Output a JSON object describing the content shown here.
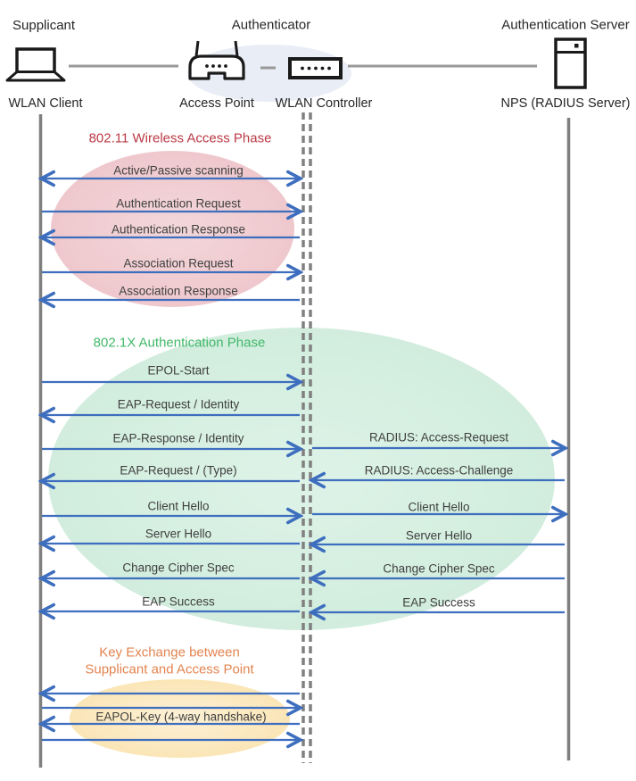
{
  "actors": {
    "supplicant": {
      "role": "Supplicant",
      "device": "WLAN Client"
    },
    "authenticator": {
      "role": "Authenticator",
      "ap": "Access Point",
      "controller": "WLAN Controller"
    },
    "server": {
      "role": "Authentication Server",
      "device": "NPS (RADIUS Server)"
    }
  },
  "phases": {
    "wireless": {
      "title": "802.11 Wireless Access Phase",
      "title_color": "#BB3945",
      "ellipse_color": "#EFC9CE",
      "messages": [
        {
          "label": "Active/Passive scanning",
          "direction": "both"
        },
        {
          "label": "Authentication Request",
          "direction": "right"
        },
        {
          "label": "Authentication Response",
          "direction": "left"
        },
        {
          "label": "Association Request",
          "direction": "right"
        },
        {
          "label": "Association Response",
          "direction": "left"
        }
      ]
    },
    "dot1x": {
      "title": "802.1X Authentication Phase",
      "title_color": "#42B869",
      "ellipse_color": "#D3EEDF",
      "client_messages": [
        {
          "label": "EPOL-Start",
          "direction": "right"
        },
        {
          "label": "EAP-Request / Identity",
          "direction": "left"
        },
        {
          "label": "EAP-Response / Identity",
          "direction": "right"
        },
        {
          "label": "EAP-Request / (Type)",
          "direction": "left"
        },
        {
          "label": "Client Hello",
          "direction": "right"
        },
        {
          "label": "Server Hello",
          "direction": "left"
        },
        {
          "label": "Change Cipher Spec",
          "direction": "left"
        },
        {
          "label": "EAP Success",
          "direction": "left"
        }
      ],
      "server_messages": [
        {
          "label": "RADIUS: Access-Request",
          "direction": "right"
        },
        {
          "label": "RADIUS: Access-Challenge",
          "direction": "left"
        },
        {
          "label": "Client Hello",
          "direction": "right"
        },
        {
          "label": "Server Hello",
          "direction": "left"
        },
        {
          "label": "Change Cipher Spec",
          "direction": "left"
        },
        {
          "label": "EAP Success",
          "direction": "left"
        }
      ]
    },
    "key_exchange": {
      "title_line1": "Key Exchange between",
      "title_line2": "Supplicant and Access Point",
      "title_color": "#E38450",
      "ellipse_color": "#FBE7BB",
      "label": "EAPOL-Key (4-way handshake)",
      "arrows": [
        "left",
        "right",
        "left",
        "right"
      ]
    }
  },
  "colors": {
    "arrow": "#3E6EBE",
    "lifeline": "#7F7F7F",
    "connector": "#999999",
    "icon": "#1A1A1A",
    "authenticator_halo": "#E9EDF6"
  }
}
